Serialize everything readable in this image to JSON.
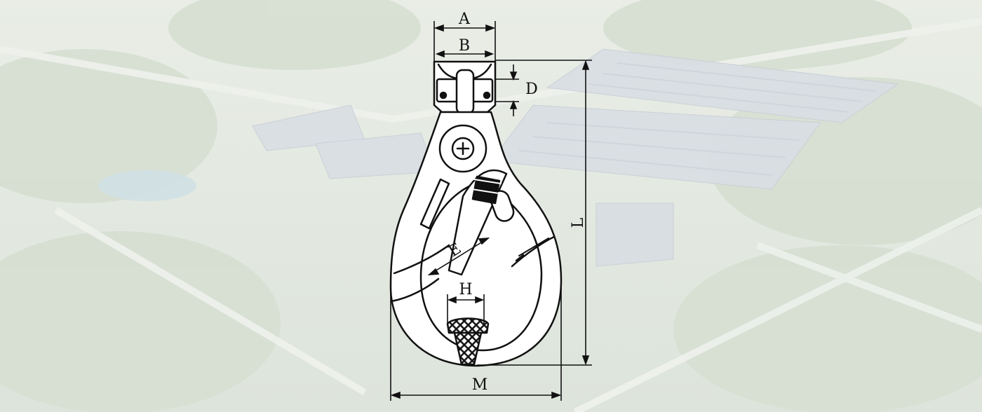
{
  "diagram": {
    "subject": "swivel-safety-hook",
    "dimension_labels": {
      "a": "A",
      "b": "B",
      "d": "D",
      "e": "E",
      "h": "H",
      "l": "L",
      "m": "M"
    }
  },
  "colors": {
    "line": "#111111",
    "fill": "#ffffff",
    "background": "#e6ebe4"
  }
}
